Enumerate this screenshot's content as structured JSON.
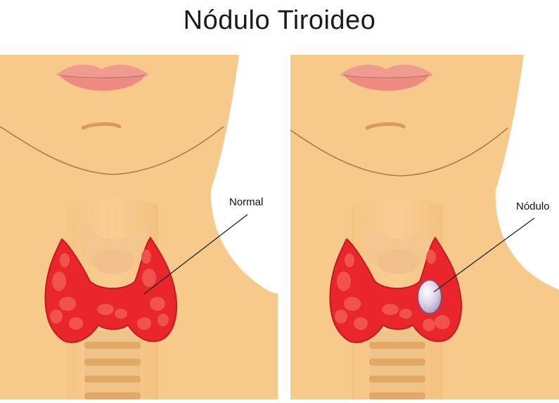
{
  "title": "Nódulo Tiroideo",
  "panels": [
    {
      "label": "Normal"
    },
    {
      "label": "Nódulo"
    }
  ],
  "colors": {
    "background": "#ffffff",
    "skin": "#f7c98a",
    "skin_shadow": "#eab06f",
    "lips": "#f09a90",
    "thyroid": "#e8262b",
    "thyroid_highlight": "#f25b52",
    "trachea": "#f0c489",
    "nodule": "#d9cfe0"
  }
}
